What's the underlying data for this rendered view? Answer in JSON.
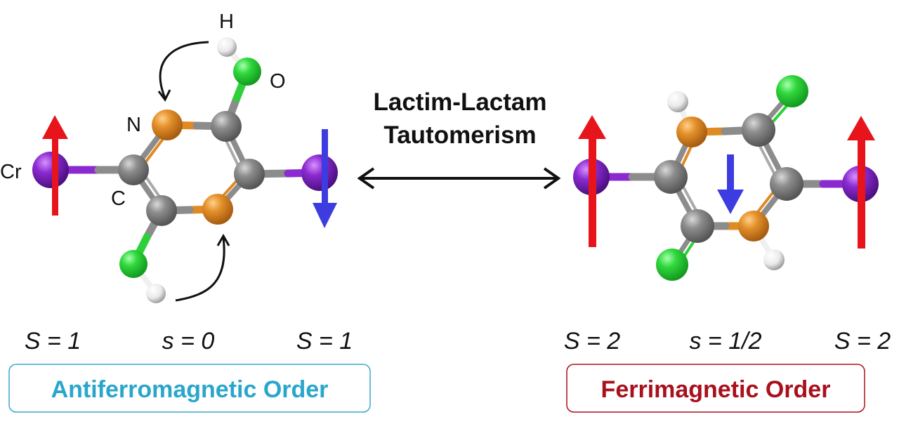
{
  "title": {
    "line1": "Lactim-Lactam",
    "line2": "Tautomerism"
  },
  "atom_labels": {
    "hydrogen": "H",
    "oxygen": "O",
    "nitrogen": "N",
    "chromium": "Cr",
    "carbon": "C"
  },
  "left_panel": {
    "spins": [
      "S = 1",
      "s = 0",
      "S = 1"
    ],
    "order_label": "Antiferromagnetic Order",
    "order_color": "#2aa6cc"
  },
  "right_panel": {
    "spins": [
      "S = 2",
      "s = 1/2",
      "S = 2"
    ],
    "order_label": "Ferrimagnetic Order",
    "order_color": "#a8101c"
  },
  "colors": {
    "spin_up": "#e8141c",
    "spin_down": "#3c3ce0",
    "carbon": "#8a8a8a",
    "nitrogen": "#e08a24",
    "oxygen": "#2ed03a",
    "hydrogen": "#f2f2f2",
    "chromium": "#8a2ad0"
  }
}
